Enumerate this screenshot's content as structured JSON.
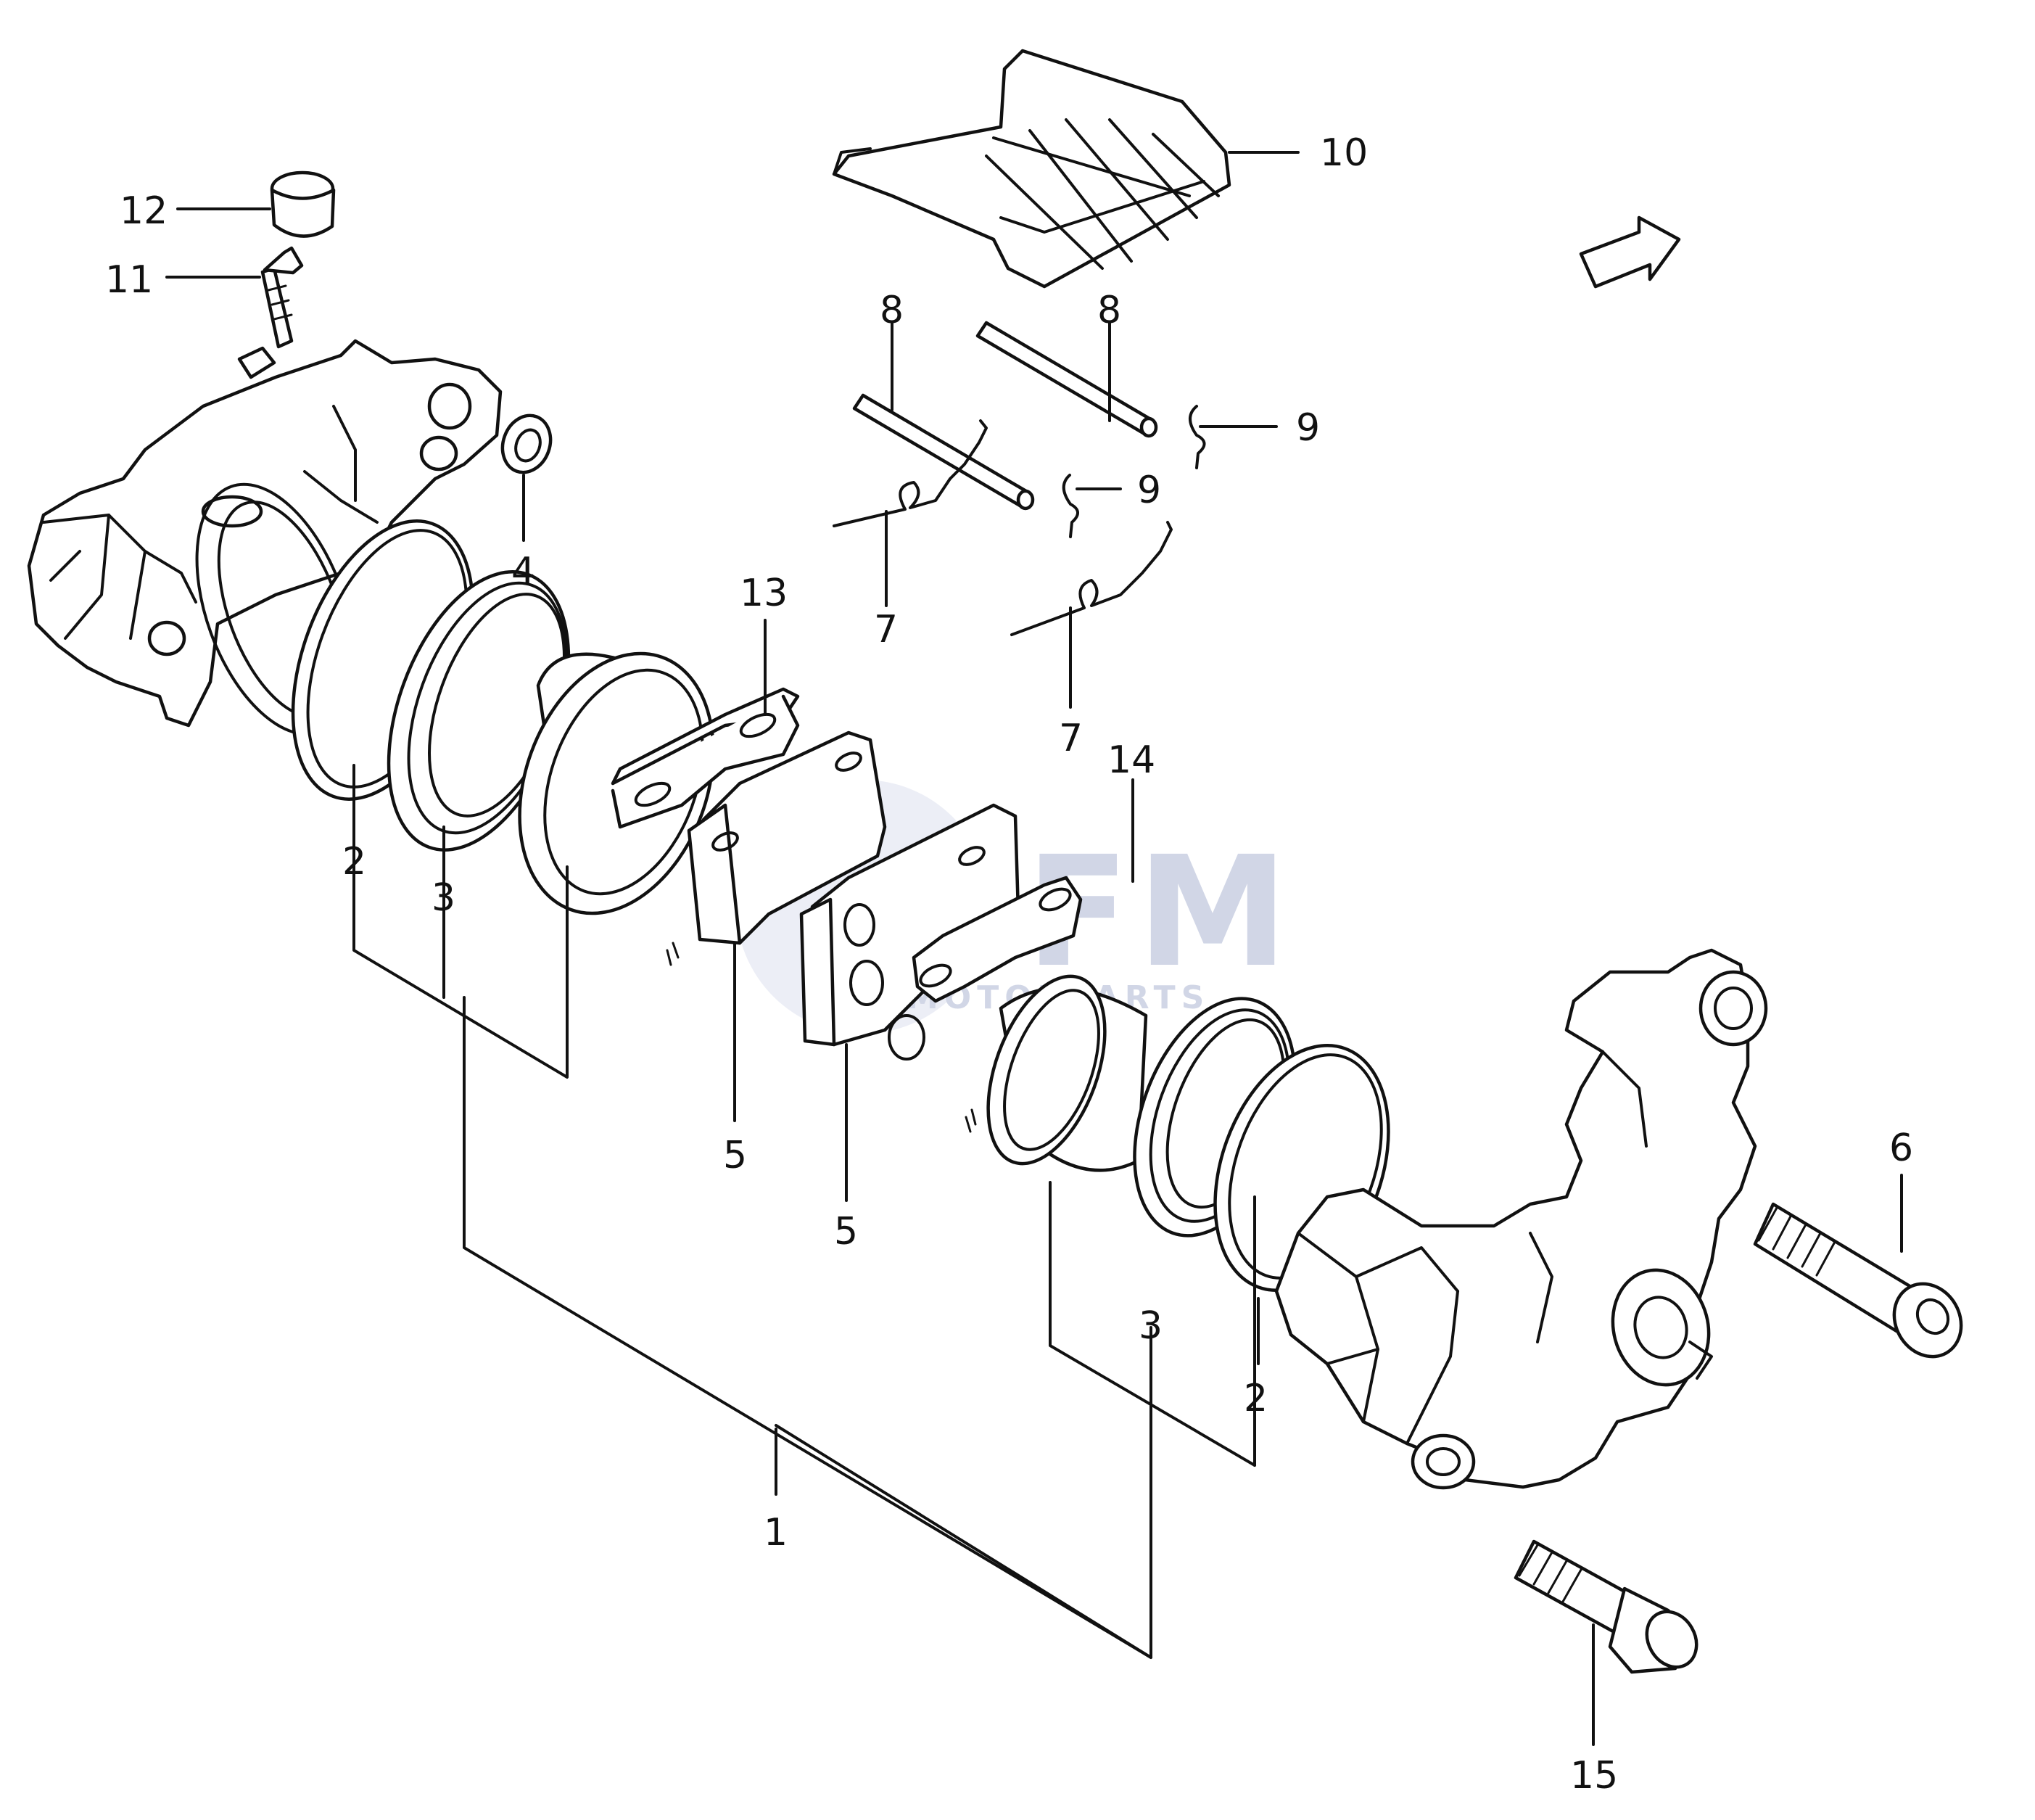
{
  "callouts": {
    "c1": "1",
    "c2a": "2",
    "c2b": "2",
    "c3a": "3",
    "c3b": "3",
    "c4": "4",
    "c5a": "5",
    "c5b": "5",
    "c6": "6",
    "c7a": "7",
    "c7b": "7",
    "c8a": "8",
    "c8b": "8",
    "c9a": "9",
    "c9b": "9",
    "c10": "10",
    "c11": "11",
    "c12": "12",
    "c13": "13",
    "c14": "14",
    "c15": "15"
  },
  "fwd_marker": "FWD",
  "watermark": {
    "brand": "CFM",
    "sub": "MOTORPARTS"
  }
}
